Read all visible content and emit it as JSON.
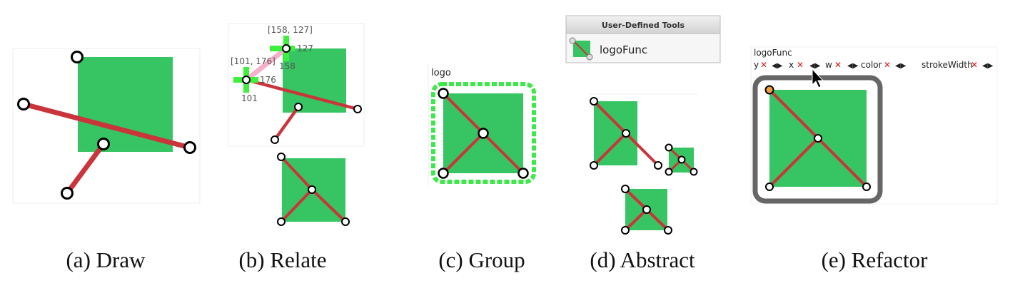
{
  "captions": {
    "a": "(a) Draw",
    "b": "(b) Relate",
    "c": "(c) Group",
    "d": "(d) Abstract",
    "e": "(e) Refactor"
  },
  "relate": {
    "point1_label": "[158, 127]",
    "point1_y": "127",
    "point1_x": "158",
    "point2_label": "[101, 176]",
    "point2_y": "176",
    "point2_x": "101"
  },
  "group": {
    "name": "logo"
  },
  "abstract": {
    "panel_title": "User-Defined Tools",
    "tool_name": "logoFunc"
  },
  "refactor": {
    "func_name": "logoFunc",
    "params": [
      "y",
      "x",
      "w",
      "color",
      "strokeWidth"
    ],
    "remove_glyph": "✕",
    "arrows_glyph": "◀▶"
  },
  "colors": {
    "shape_green": "#37c463",
    "line_red": "#c9353a",
    "drag_green": "#3ef03e",
    "group_outline": "#3ee84a",
    "frame_gray": "#666666"
  }
}
